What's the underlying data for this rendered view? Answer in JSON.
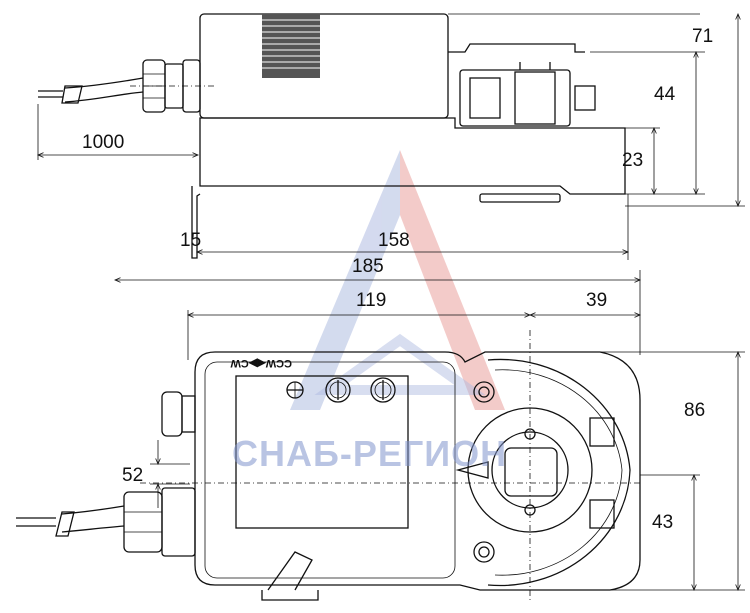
{
  "side_view": {
    "dims": {
      "height_total": "71",
      "height_upper": "44",
      "height_lower": "23",
      "cable_length": "1000",
      "bracket": "15",
      "body_length": "158",
      "overall_length": "185"
    }
  },
  "top_view": {
    "dims": {
      "left_part": "119",
      "right_part": "39",
      "height": "86",
      "half_height": "43",
      "gland_spacing": "52"
    },
    "direction_label": "CCW◀▶CW"
  },
  "watermark": {
    "text": "СНАБ-РЕГИОН",
    "colors": {
      "blue": "#6f86c9",
      "red": "#d9534f"
    }
  }
}
